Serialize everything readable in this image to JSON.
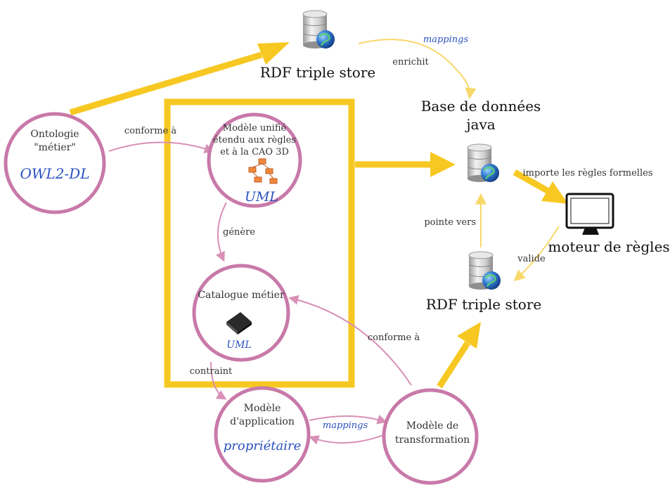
{
  "colors": {
    "circle": "#c879a9",
    "yellow": "#f7c822",
    "blue_text": "#2a52be",
    "pink_line": "#d890b6"
  },
  "nodes": {
    "ontologie": {
      "line1": "Ontologie",
      "line2": "\"métier\"",
      "lang": "OWL2-DL"
    },
    "modele_unifie": {
      "line1": "Modèle unifié",
      "line2": "étendu aux règles",
      "line3": "et à la CAO 3D",
      "lang": "UML"
    },
    "catalogue": {
      "line1": "Catalogue métier",
      "lang": "UML"
    },
    "modele_app": {
      "line1": "Modèle",
      "line2": "d'application",
      "lang": "propriétaire"
    },
    "modele_transfo": {
      "line1": "Modèle de",
      "line2": "transformation"
    }
  },
  "stores": {
    "rdf_top": "RDF triple store",
    "base_java_line1": "Base de données",
    "base_java_line2": "java",
    "rdf_bottom": "RDF triple store",
    "moteur": "moteur de règles"
  },
  "edge_labels": {
    "conforme_a_1": "conforme à",
    "mappings_1": "mappings",
    "enrichit": "enrichit",
    "importe": "importe les règles formelles",
    "genere": "génère",
    "pointe_vers": "pointe vers",
    "valide": "valide",
    "conforme_a_2": "conforme à",
    "contraint": "contraint",
    "mappings_2": "mappings"
  },
  "icons": [
    "database-icon",
    "globe-icon",
    "monitor-icon",
    "book-icon",
    "uml-class-diagram-icon"
  ]
}
